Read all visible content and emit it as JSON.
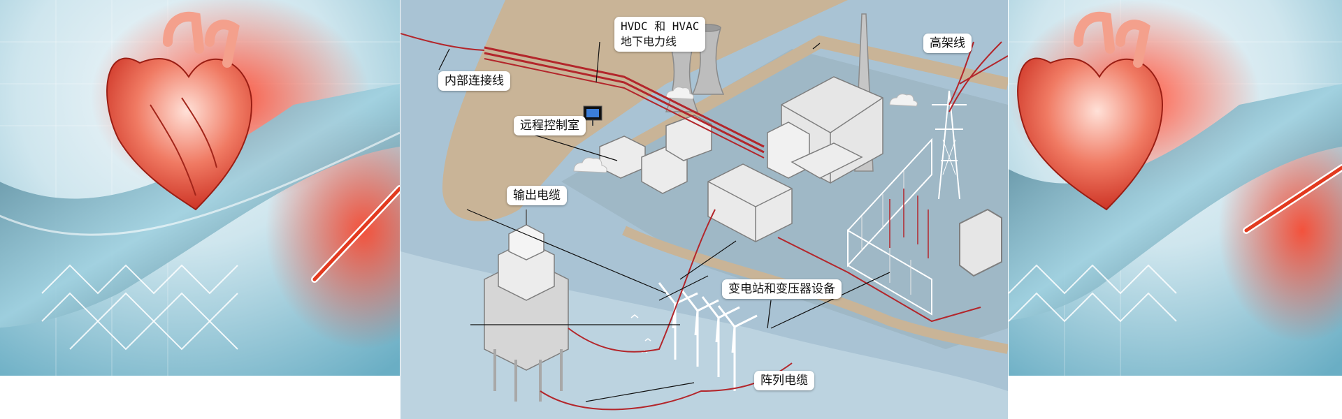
{
  "center_diagram": {
    "labels": {
      "interconnect_line": "内部连接线",
      "hvdc_hvac": "HVDC 和 HVAC\n地下电力线",
      "overhead_line": "高架线",
      "remote_control_room": "远程控制室",
      "export_cable": "输出电缆",
      "substation_transformer": "变电站和变压器设备",
      "array_cable": "阵列电缆"
    }
  },
  "colors": {
    "sea": "#a9c3d4",
    "land": "#c9b497",
    "cable": "#b3262b",
    "accent_red": "#e23a1f"
  }
}
